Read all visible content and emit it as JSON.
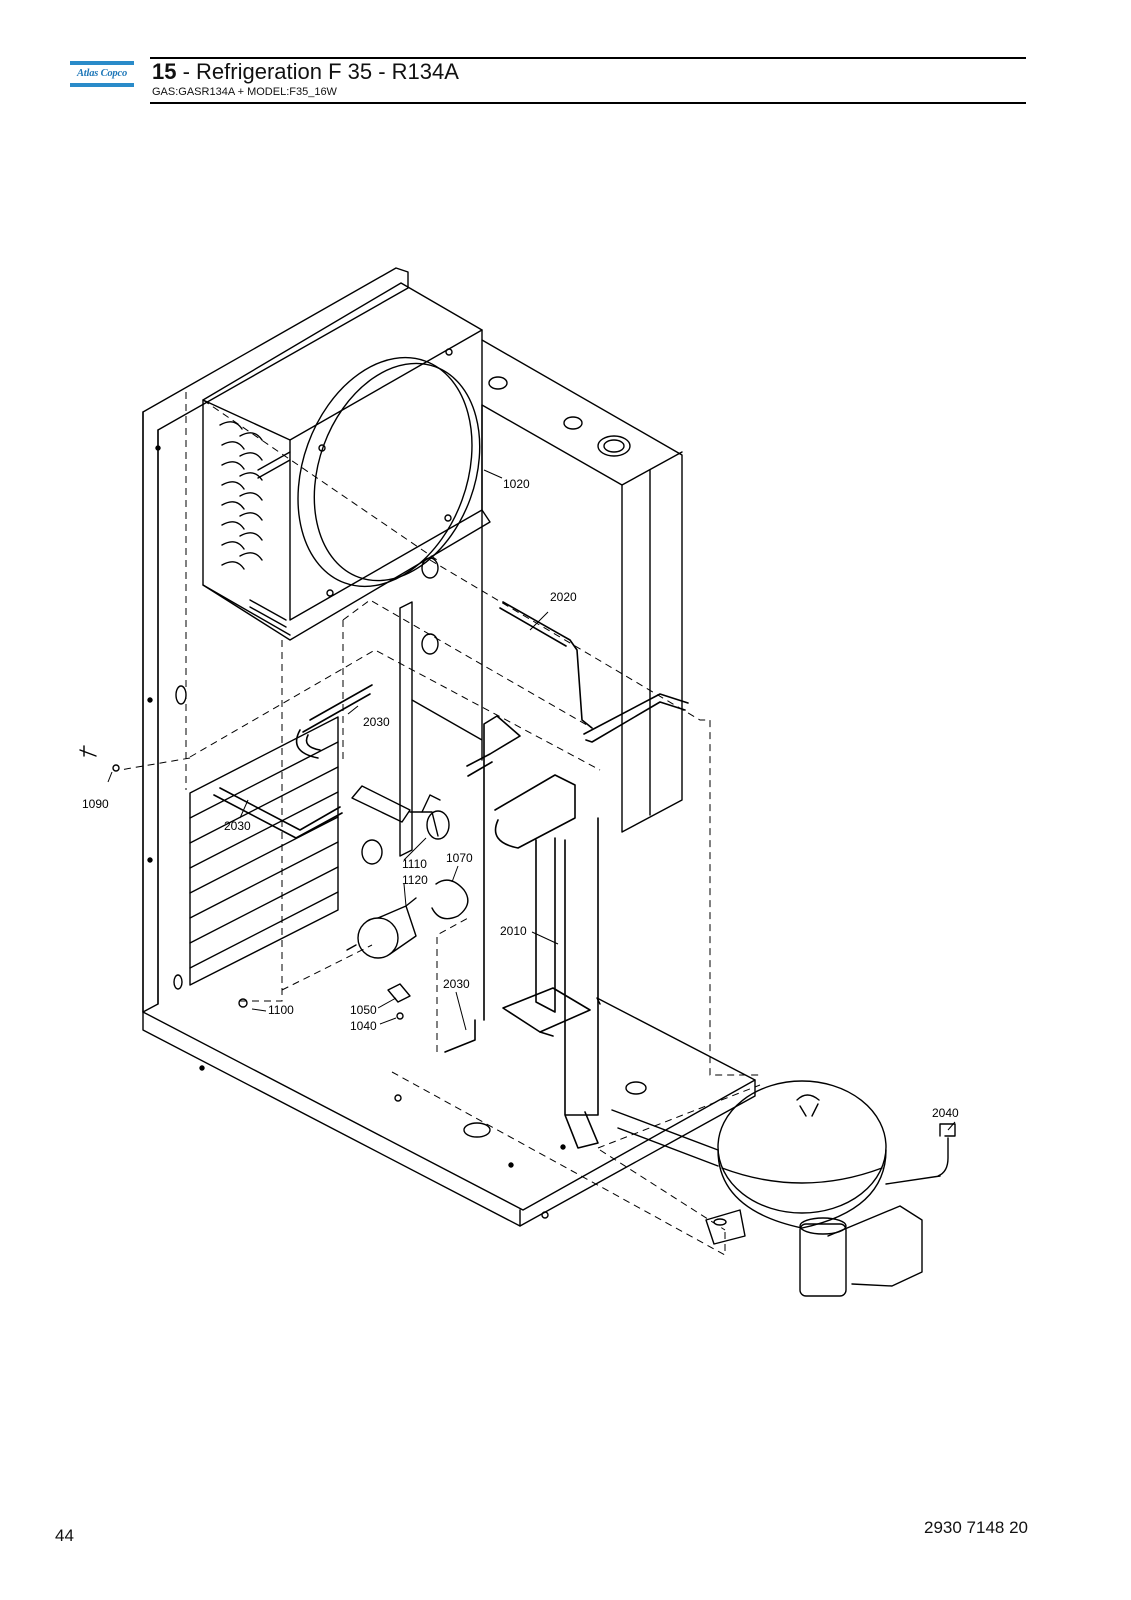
{
  "header": {
    "logo_text": "Atlas Copco",
    "section_number": "15",
    "title_rest": " - Refrigeration F 35 - R134A",
    "subtitle": "GAS:GASR134A + MODEL:F35_16W"
  },
  "callouts": {
    "c1020": "1020",
    "c2020": "2020",
    "c2030a": "2030",
    "c1090": "1090",
    "c2030b": "2030",
    "c1110": "1110",
    "c1070": "1070",
    "c1120": "1120",
    "c2010": "2010",
    "c2030c": "2030",
    "c1100": "1100",
    "c1050": "1050",
    "c1040": "1040",
    "c2040": "2040"
  },
  "footer": {
    "page_number": "44",
    "doc_number": "2930 7148 20"
  }
}
